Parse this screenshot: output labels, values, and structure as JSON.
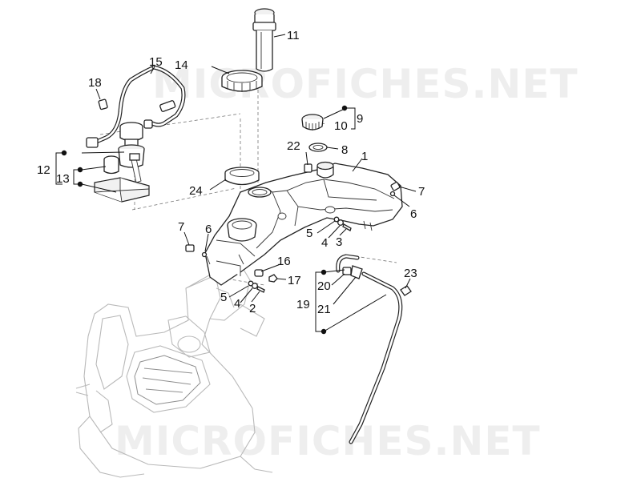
{
  "watermark": {
    "text_top": "MICROFICHES.NET",
    "text_bottom": "MICROFICHES.NET"
  },
  "callouts": [
    {
      "id": "c1",
      "label": "1"
    },
    {
      "id": "c2",
      "label": "2"
    },
    {
      "id": "c3",
      "label": "3"
    },
    {
      "id": "c4a",
      "label": "4"
    },
    {
      "id": "c4b",
      "label": "4"
    },
    {
      "id": "c5a",
      "label": "5"
    },
    {
      "id": "c5b",
      "label": "5"
    },
    {
      "id": "c6a",
      "label": "6"
    },
    {
      "id": "c6b",
      "label": "6"
    },
    {
      "id": "c7a",
      "label": "7"
    },
    {
      "id": "c7b",
      "label": "7"
    },
    {
      "id": "c8",
      "label": "8"
    },
    {
      "id": "c9",
      "label": "9"
    },
    {
      "id": "c10",
      "label": "10"
    },
    {
      "id": "c11",
      "label": "11"
    },
    {
      "id": "c12",
      "label": "12"
    },
    {
      "id": "c13",
      "label": "13"
    },
    {
      "id": "c14",
      "label": "14"
    },
    {
      "id": "c15",
      "label": "15"
    },
    {
      "id": "c16",
      "label": "16"
    },
    {
      "id": "c17",
      "label": "17"
    },
    {
      "id": "c18",
      "label": "18"
    },
    {
      "id": "c19",
      "label": "19"
    },
    {
      "id": "c20",
      "label": "20"
    },
    {
      "id": "c21",
      "label": "21"
    },
    {
      "id": "c22",
      "label": "22"
    },
    {
      "id": "c23",
      "label": "23"
    },
    {
      "id": "c24",
      "label": "24"
    }
  ]
}
